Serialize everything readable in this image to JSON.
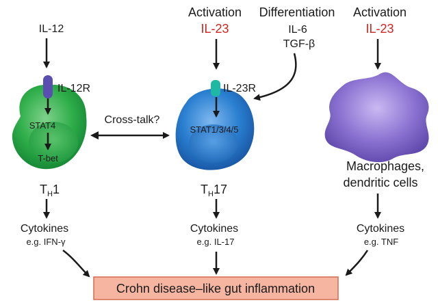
{
  "left": {
    "input": "IL-12",
    "receptor": "IL-12R",
    "stat": "STAT4",
    "tf": "T-bet",
    "cell_main": "T",
    "cell_sub": "H",
    "cell_num": "1",
    "cytokines": "Cytokines",
    "example": "e.g. IFN-γ"
  },
  "middle": {
    "activation": "Activation",
    "input": "IL-23",
    "receptor": "IL-23R",
    "stat": "STAT1/3/4/5",
    "cell_main": "T",
    "cell_sub": "H",
    "cell_num": "17",
    "cytokines": "Cytokines",
    "example": "e.g. IL-17"
  },
  "differentiation": {
    "label": "Differentiation",
    "factor1": "IL-6",
    "factor2": "TGF-β"
  },
  "crosstalk": "Cross-talk?",
  "right": {
    "activation": "Activation",
    "input": "IL-23",
    "cell_line1": "Macrophages,",
    "cell_line2": "dendritic cells",
    "cytokines": "Cytokines",
    "example": "e.g. TNF"
  },
  "outcome": "Crohn disease–like gut inflammation",
  "colors": {
    "accent_red": "#d0241f",
    "th1_cell": "#2fae4a",
    "th17_cell": "#1f6fc4",
    "macrophage": "#8a6fcf",
    "outcome_box": "#f6b5a0"
  }
}
